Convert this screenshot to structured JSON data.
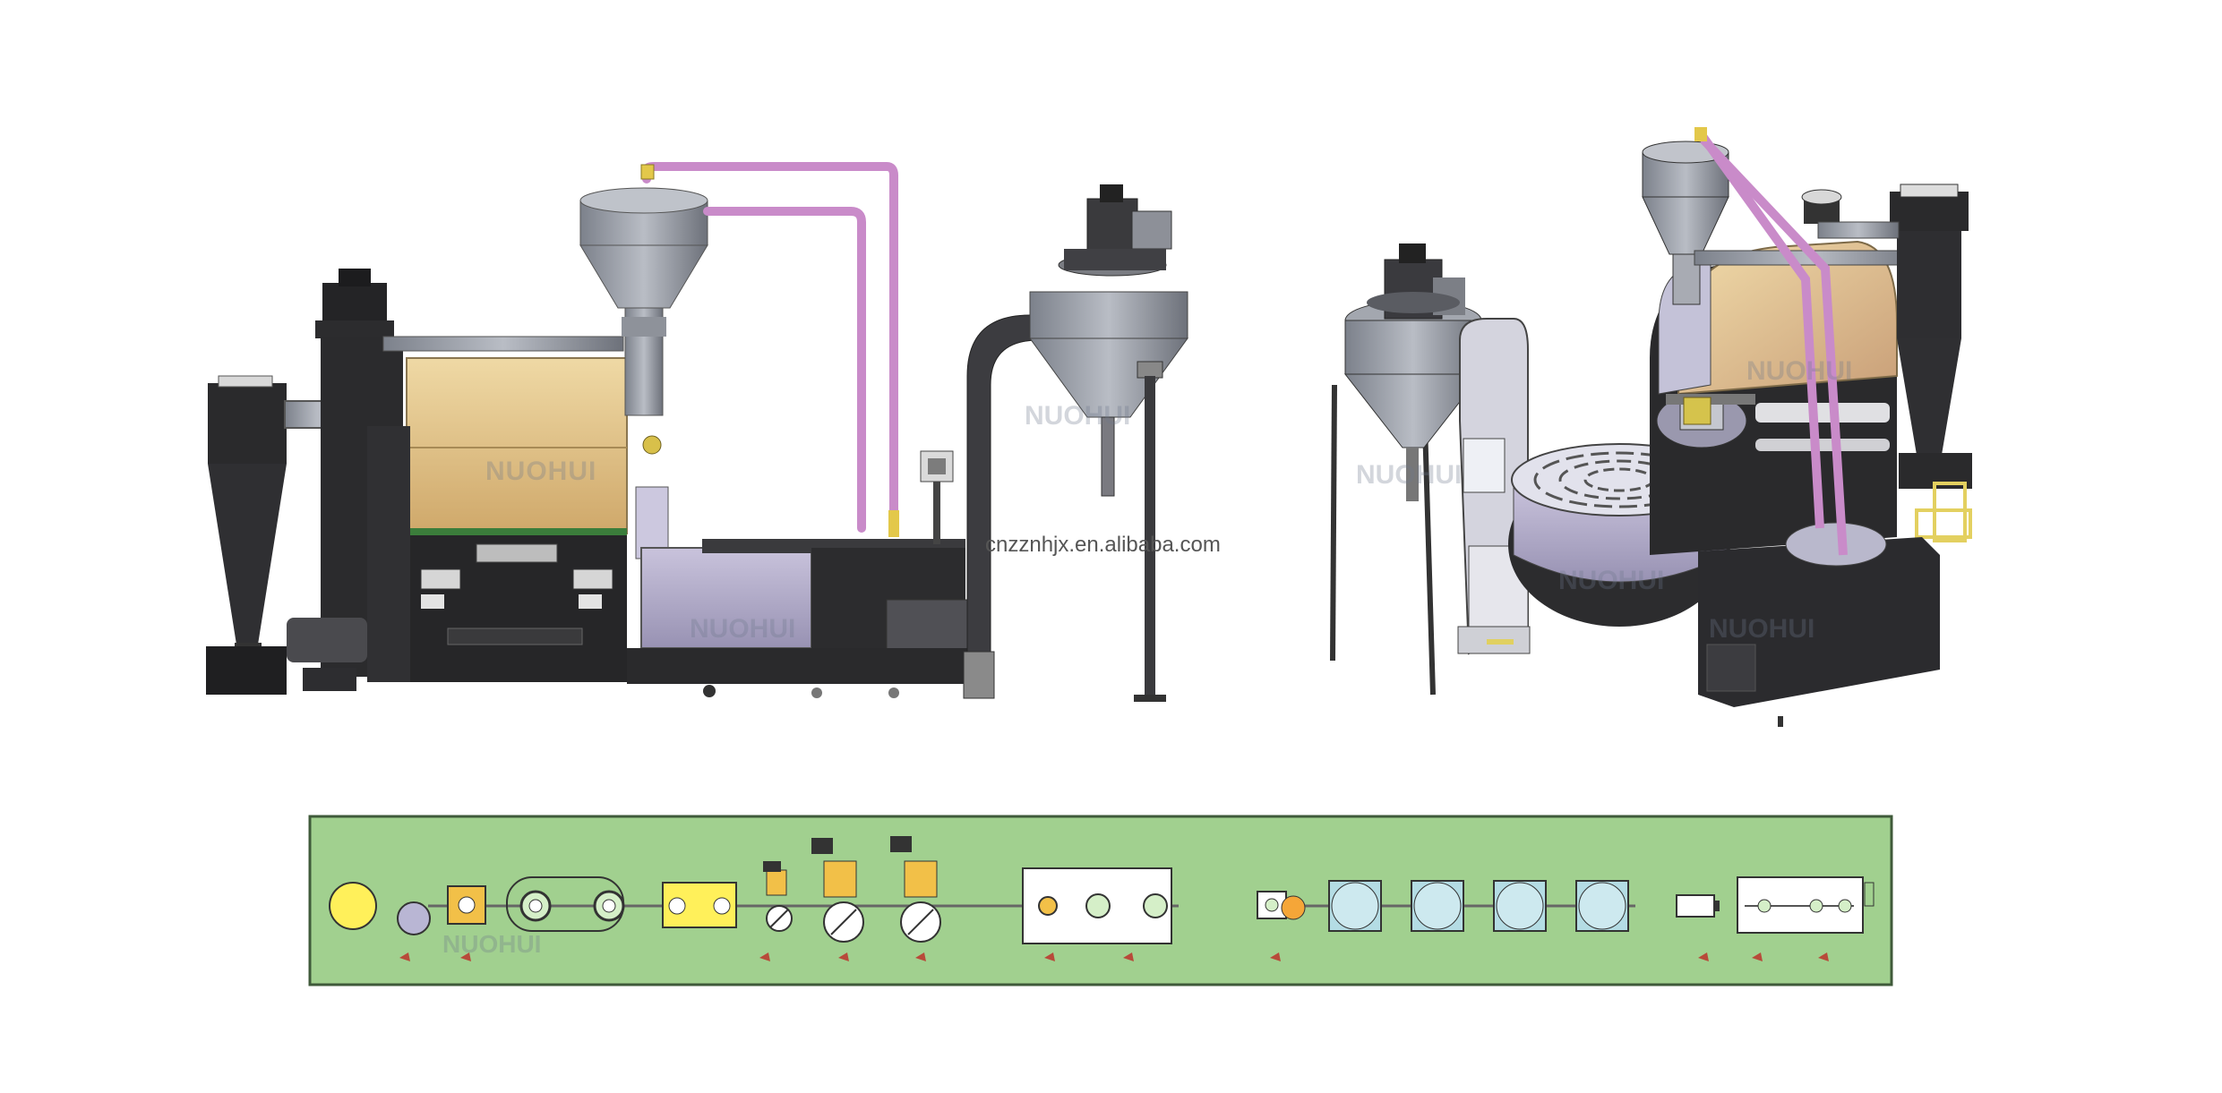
{
  "watermark": {
    "brand": "NUOHUI",
    "website": "cnzznhjx.en.alibaba.com"
  },
  "colors": {
    "background": "#ffffff",
    "flow_panel": "#a1d08f",
    "pipe_pink": "#cf8fcf",
    "drum_gold": "#e6c98f",
    "steel": "#9fa4ad",
    "dark": "#2b2b2d"
  },
  "sections": {
    "left_view": "side-view-roasting-line",
    "right_view": "isometric-roasting-line",
    "flow_diagram": "process-flow-panel"
  }
}
